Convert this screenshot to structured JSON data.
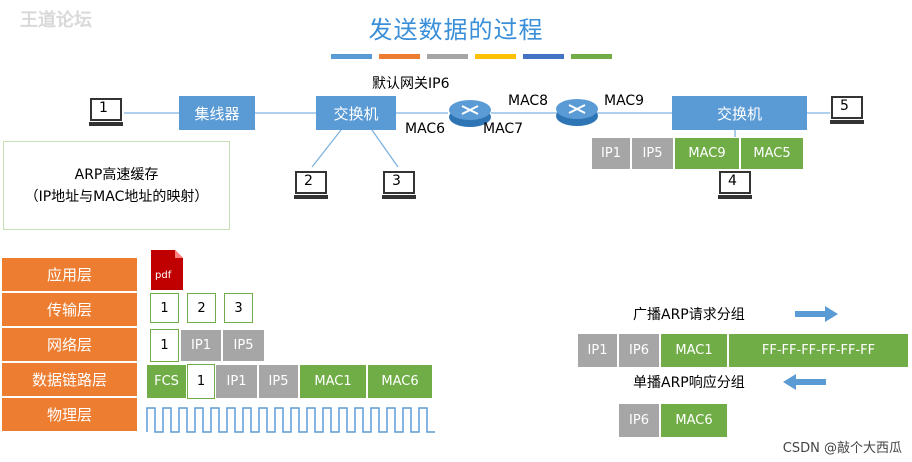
{
  "watermark": "王道论坛",
  "title": "发送数据的过程",
  "title_bar_colors": [
    "#5b9bd5",
    "#ed7d31",
    "#a5a5a5",
    "#ffc000",
    "#4472c4",
    "#70ad47"
  ],
  "network": {
    "hosts": [
      "1",
      "2",
      "3",
      "4",
      "5"
    ],
    "hub_label": "集线器",
    "switch_left_label": "交换机",
    "switch_right_label": "交换机",
    "gateway_label": "默认网关IP6",
    "router1_mac_left": "MAC6",
    "router1_mac_right": "MAC7",
    "router2_mac_left": "MAC8",
    "router2_mac_right": "MAC9"
  },
  "frame_right": [
    "IP1",
    "IP5",
    "MAC9",
    "MAC5"
  ],
  "arp_cache": {
    "line1": "ARP高速缓存",
    "line2": "（IP地址与MAC地址的映射）"
  },
  "layers": [
    "应用层",
    "传输层",
    "网络层",
    "数据链路层",
    "物理层"
  ],
  "app_icon": "pdf",
  "transport_segments": [
    "1",
    "2",
    "3"
  ],
  "network_packet": [
    "1",
    "IP1",
    "IP5"
  ],
  "datalink_frame": [
    "FCS",
    "1",
    "IP1",
    "IP5",
    "MAC1",
    "MAC6"
  ],
  "arp": {
    "request_label": "广播ARP请求分组",
    "request_fields": [
      "IP1",
      "IP6",
      "MAC1",
      "FF-FF-FF-FF-FF-FF"
    ],
    "reply_label": "单播ARP响应分组",
    "reply_fields": [
      "IP6",
      "MAC6"
    ]
  },
  "csdn": "CSDN @敲个大西瓜",
  "colors": {
    "accent": "#5b9bd5",
    "orange": "#ed7d31",
    "green": "#70ad47",
    "gray": "#a6a6a6"
  }
}
